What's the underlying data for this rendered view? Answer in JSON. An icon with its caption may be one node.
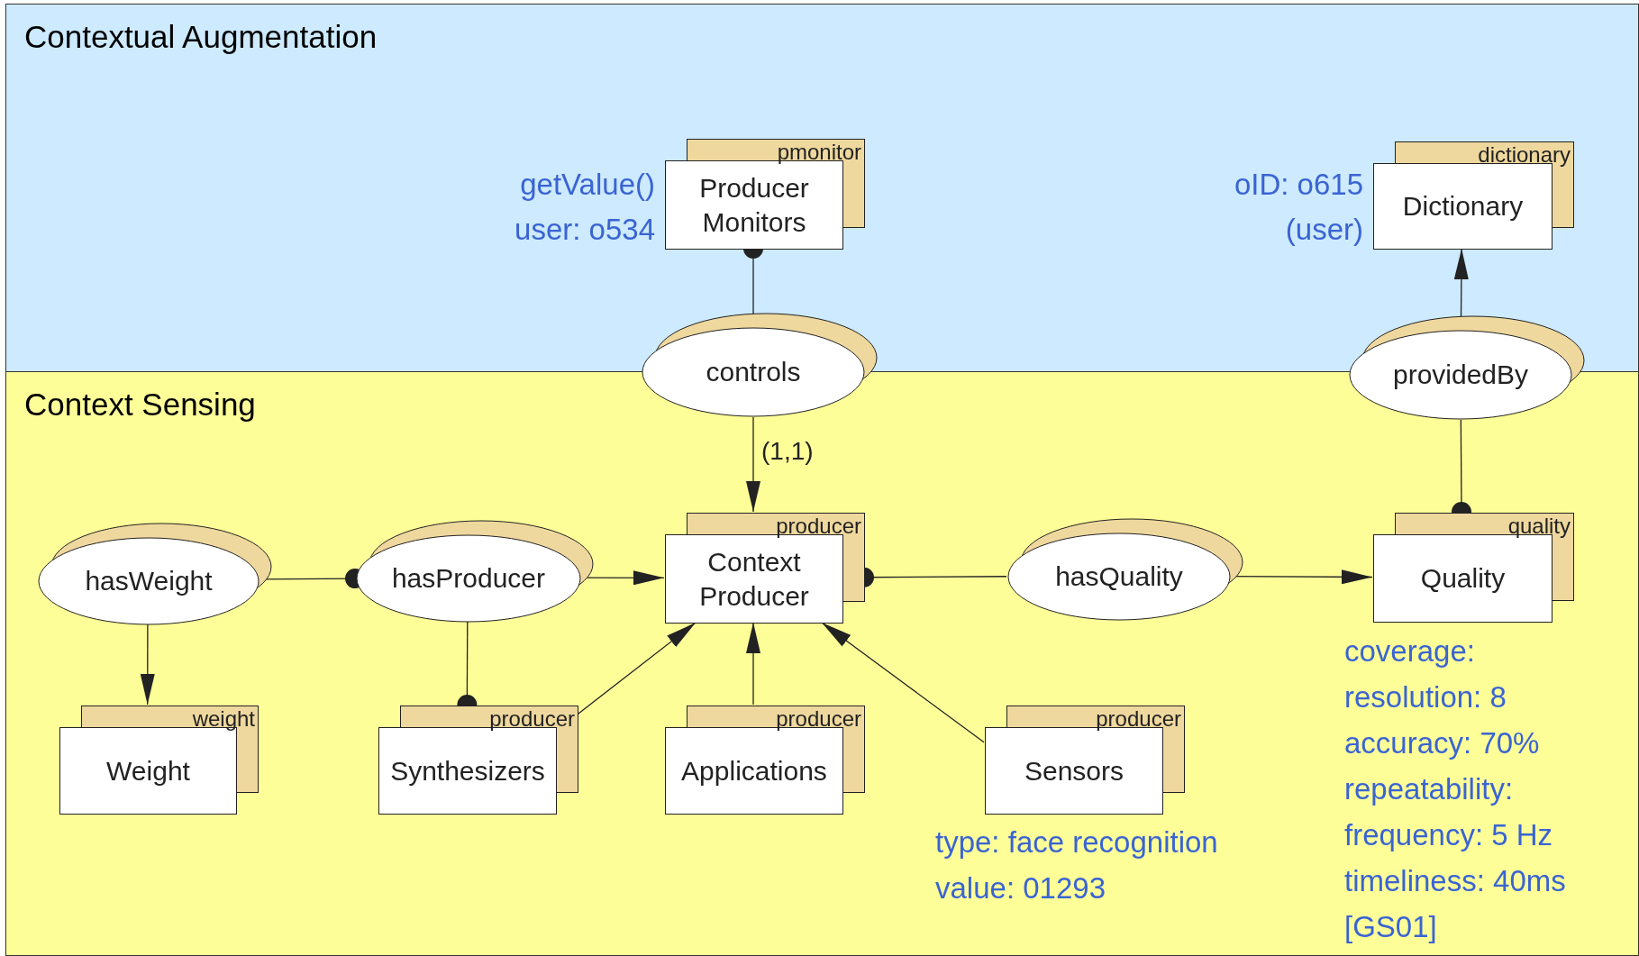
{
  "diagram": {
    "nodes": [
      {
        "text": [
          "Contextual Augmentation"
        ]
      },
      {
        "text": [
          "pmonitor",
          "Producer Monitors"
        ],
        "in": 0,
        "beside": [
          "getValue()",
          "user: o534"
        ]
      },
      {
        "text": [
          "dictionary",
          "Dictionary"
        ],
        "in": 0,
        "beside": [
          "oID: o615",
          "(user)"
        ]
      },
      {
        "text": [
          "controls"
        ]
      },
      {
        "text": [
          "providedBy"
        ]
      },
      {
        "text": [
          "Context Sensing"
        ]
      },
      {
        "text": [
          "hasWeight"
        ],
        "in": 5
      },
      {
        "text": [
          "hasProducer"
        ],
        "in": 5
      },
      {
        "text": [
          "producer",
          "Context Producer"
        ],
        "in": 5
      },
      {
        "text": [
          "hasQuality"
        ],
        "in": 5
      },
      {
        "text": [
          "quality",
          "Quality"
        ],
        "in": 5,
        "beside": [
          "coverage:",
          "resolution: 8",
          "accuracy: 70%",
          "repeatability:",
          "frequency: 5 Hz",
          "timeliness: 40ms",
          "[GS01]"
        ]
      },
      {
        "text": [
          "weight",
          "Weight"
        ],
        "in": 5
      },
      {
        "text": [
          "producer",
          "Synthesizers"
        ],
        "in": 5
      },
      {
        "text": [
          "producer",
          "Applications"
        ],
        "in": 5
      },
      {
        "text": [
          "producer",
          "Sensors"
        ],
        "in": 5,
        "beside": [
          "type: face recognition",
          "value: 01293"
        ]
      }
    ],
    "edges": [
      {
        "from": 3,
        "to": 1,
        "arrow": "other"
      },
      {
        "from": 3,
        "to": 8,
        "arrow": "to",
        "label": "(1,1)"
      },
      {
        "from": 4,
        "to": 2,
        "arrow": "to"
      },
      {
        "from": 4,
        "to": 10,
        "arrow": "other"
      },
      {
        "from": 6,
        "to": 7,
        "arrow": "other"
      },
      {
        "from": 6,
        "to": 11,
        "arrow": "to"
      },
      {
        "from": 7,
        "to": 8,
        "arrow": "to"
      },
      {
        "from": 7,
        "to": 12,
        "arrow": "other"
      },
      {
        "from": 9,
        "to": 8,
        "arrow": "other"
      },
      {
        "from": 9,
        "to": 10,
        "arrow": "to"
      },
      {
        "from": 12,
        "to": 8,
        "arrow": "to"
      },
      {
        "from": 13,
        "to": 8,
        "arrow": "to"
      },
      {
        "from": 14,
        "to": 8,
        "arrow": "to"
      }
    ]
  }
}
